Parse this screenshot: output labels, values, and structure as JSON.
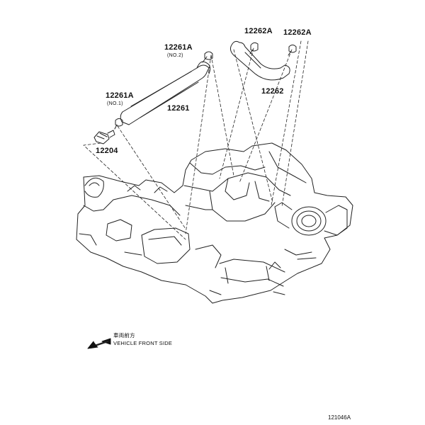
{
  "labels": {
    "p12261A_no2": "12261A",
    "p12261A_no2_sub": "(NO.2)",
    "p12262A_left": "12262A",
    "p12262A_right": "12262A",
    "p12262": "12262",
    "p12261A_no1": "12261A",
    "p12261A_no1_sub": "(NO.1)",
    "p12261": "12261",
    "p12204": "12204"
  },
  "front_direction": {
    "japanese": "車両前方",
    "english": "VEHICLE FRONT SIDE"
  },
  "figure_code": "121046A"
}
